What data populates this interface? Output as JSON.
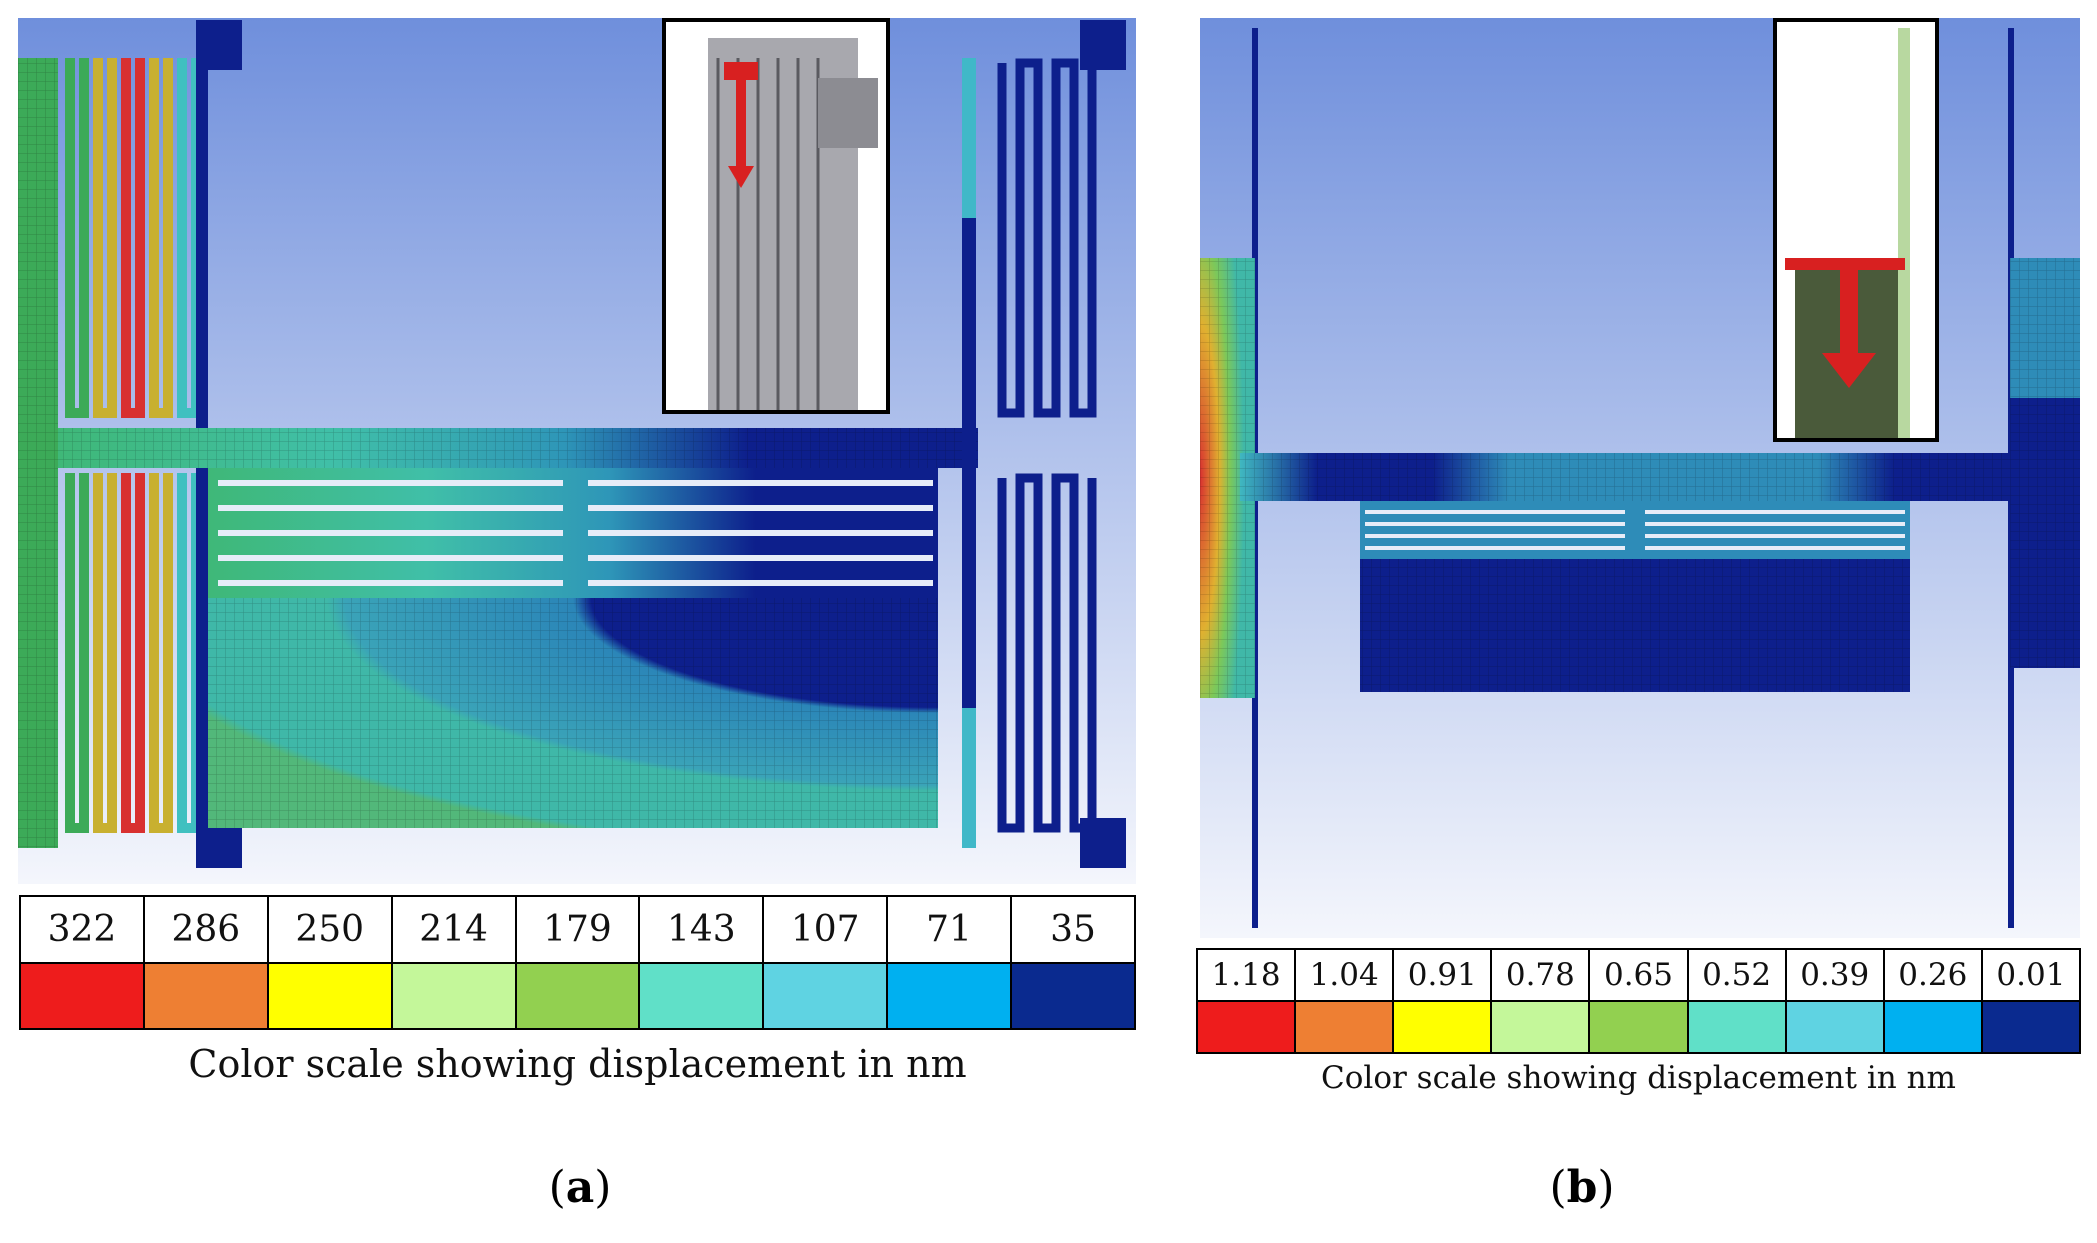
{
  "panel_a": {
    "label": "a",
    "caption": "Color scale showing displacement in nm",
    "scale_values": [
      "322",
      "286",
      "250",
      "214",
      "179",
      "143",
      "107",
      "71",
      "35"
    ]
  },
  "panel_b": {
    "label": "b",
    "caption": "Color scale showing displacement in nm",
    "scale_values": [
      "1.18",
      "1.04",
      "0.91",
      "0.78",
      "0.65",
      "0.52",
      "0.39",
      "0.26",
      "0.01"
    ]
  },
  "scale_colors": [
    "#ee1c1c",
    "#ee7f33",
    "#ffff00",
    "#c4f79a",
    "#92d050",
    "#60e0c8",
    "#5fd3e2",
    "#00b0f0",
    "#0a2a8f"
  ],
  "colors": {
    "background_top": "#6f8fdc",
    "background_bottom": "#f4f6fc",
    "mesh_dark_blue": "#0d1f8c",
    "inset_gray": "#b9b9be",
    "force_arrow_red": "#d82020"
  }
}
